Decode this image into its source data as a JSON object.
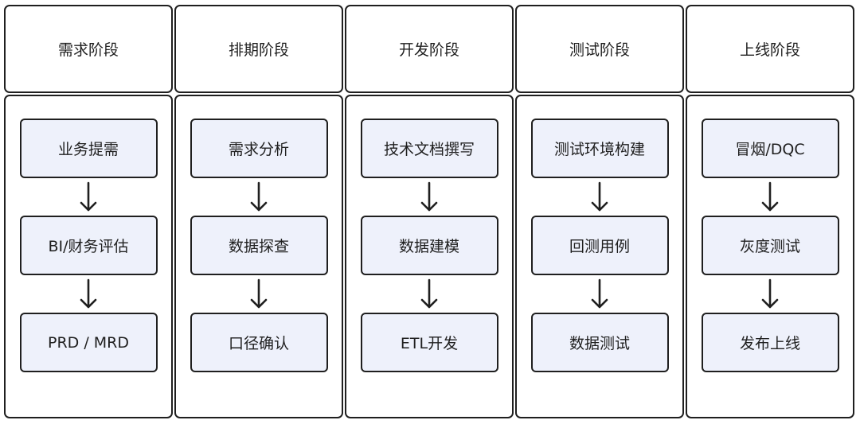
{
  "stages": [
    {
      "title": "需求阶段",
      "steps": [
        "业务提需",
        "BI/财务评估",
        "PRD / MRD"
      ]
    },
    {
      "title": "排期阶段",
      "steps": [
        "需求分析",
        "数据探查",
        "口径确认"
      ]
    },
    {
      "title": "开发阶段",
      "steps": [
        "技术文档撰写",
        "数据建模",
        "ETL开发"
      ]
    },
    {
      "title": "测试阶段",
      "steps": [
        "测试环境构建",
        "回测用例",
        "数据测试"
      ]
    },
    {
      "title": "上线阶段",
      "steps": [
        "冒烟/DQC",
        "灰度测试",
        "发布上线"
      ]
    }
  ],
  "icons": {
    "connector": "arrow-down-icon"
  },
  "colors": {
    "step_fill": "#eef1fb",
    "stroke": "#1f1f1f"
  }
}
